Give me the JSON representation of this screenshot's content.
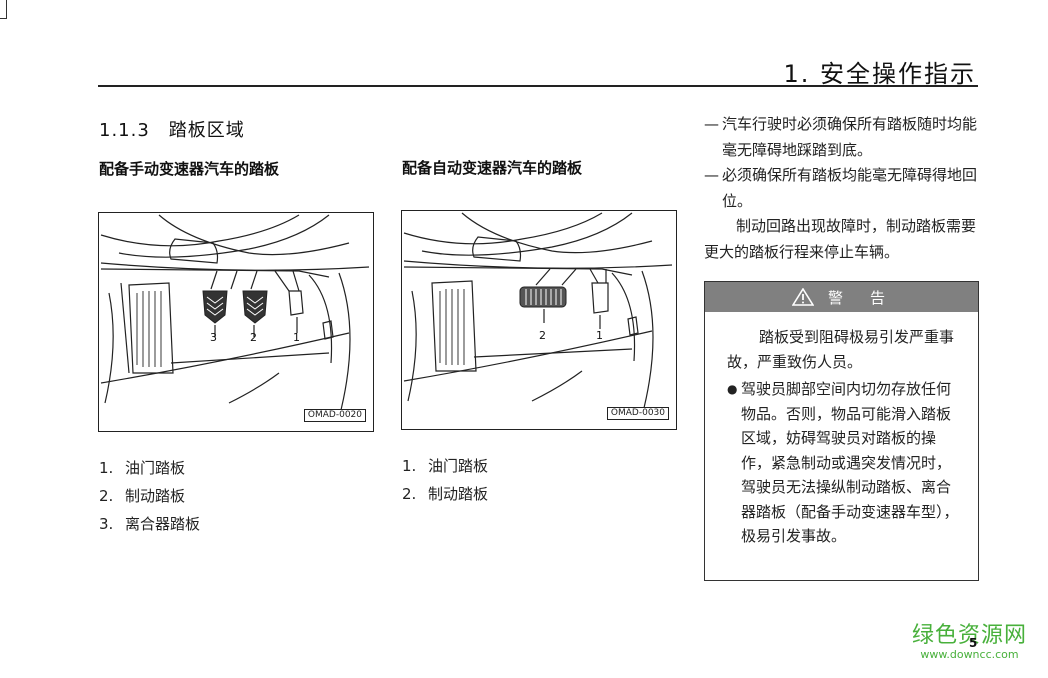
{
  "header": {
    "chapter_title": "1. 安全操作指示"
  },
  "section": {
    "title": "1.1.3　踏板区域"
  },
  "manual": {
    "subtitle": "配备手动变速器汽车的踏板",
    "figure_code": "OMAD-0020",
    "pedal_labels": [
      "3",
      "2",
      "1"
    ],
    "list": [
      {
        "num": "1.",
        "text": "油门踏板"
      },
      {
        "num": "2.",
        "text": "制动踏板"
      },
      {
        "num": "3.",
        "text": "离合器踏板"
      }
    ]
  },
  "automatic": {
    "subtitle": "配备自动变速器汽车的踏板",
    "figure_code": "OMAD-0030",
    "pedal_labels": [
      "2",
      "1"
    ],
    "list": [
      {
        "num": "1.",
        "text": "油门踏板"
      },
      {
        "num": "2.",
        "text": "制动踏板"
      }
    ]
  },
  "right_column": {
    "bullets": [
      {
        "dash": "—",
        "text": "汽车行驶时必须确保所有踏板随时均能毫无障碍地踩踏到底。"
      },
      {
        "dash": "—",
        "text": "必须确保所有踏板均能毫无障碍得地回位。"
      }
    ],
    "paragraph": "制动回路出现故障时，制动踏板需要更大的踏板行程来停止车辆。"
  },
  "warning": {
    "title": "警　告",
    "intro": "踏板受到阻碍极易引发严重事故，严重致伤人员。",
    "bullet_symbol": "●",
    "bullet": "驾驶员脚部空间内切勿存放任何物品。否则，物品可能滑入踏板区域，妨碍驾驶员对踏板的操作，紧急制动或遇突发情况时，驾驶员无法操纵制动踏板、离合器踏板（配备手动变速器车型），极易引发事故。"
  },
  "footer": {
    "page_number": "5"
  },
  "watermark": {
    "main": "绿色资源网",
    "url": "www.downcc.com"
  }
}
